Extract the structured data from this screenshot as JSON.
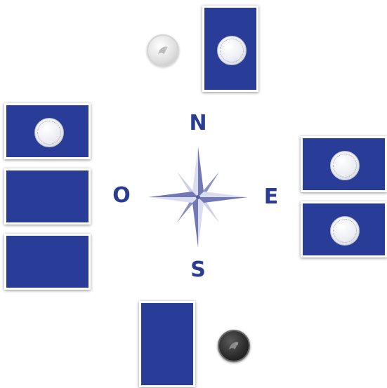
{
  "compass": {
    "north": "N",
    "south": "S",
    "east": "E",
    "west": "O"
  },
  "colors": {
    "card_back": "#293d98",
    "compass_letters": "#2a3d90"
  },
  "icons": {
    "compass": "compass-rose-icon",
    "card_seal": "card-seal-emblem-icon",
    "light_coin": "light-coin-icon",
    "dark_coin": "dark-coin-icon"
  },
  "hands": {
    "north": {
      "cards": 1
    },
    "west": {
      "cards": 3
    },
    "east": {
      "cards": 2
    },
    "south": {
      "cards": 1
    }
  }
}
